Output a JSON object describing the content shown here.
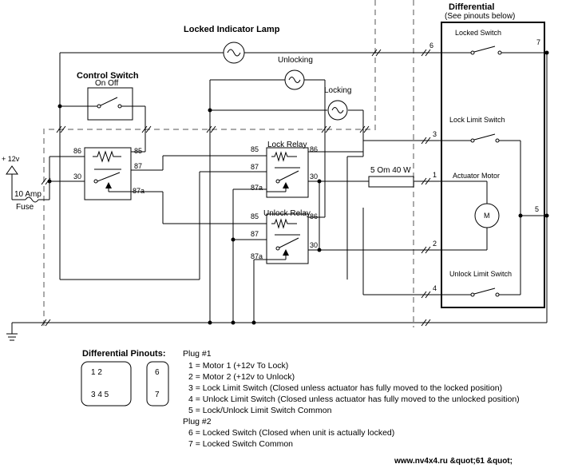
{
  "titles": {
    "differential": "Differential",
    "see_pinouts": "(See pinouts below)",
    "locked_indicator_lamp": "Locked Indicator Lamp",
    "control_switch": "Control Switch",
    "control_switch_states": "On   Off",
    "unlocking_lamp": "Unlocking",
    "locking_lamp": "Locking",
    "lock_relay": "Lock Relay",
    "unlock_relay": "Unlock Relay",
    "resistor": "5 Om 40 W",
    "supply": "+ 12v",
    "fuse_amp": "10 Amp",
    "fuse": "Fuse",
    "differential_pinouts": "Differential Pinouts:"
  },
  "differential_labels": {
    "locked_switch": "Locked Switch",
    "lock_limit_switch": "Lock Limit Switch",
    "actuator_motor": "Actuator Motor",
    "motor_symbol": "M",
    "unlock_limit_switch": "Unlock Limit Switch"
  },
  "wire_numbers": {
    "n1": "1",
    "n2": "2",
    "n3": "3",
    "n4": "4",
    "n5": "5",
    "n6": "6",
    "n7": "7"
  },
  "relay_pins": {
    "p85": "85",
    "p86": "86",
    "p87": "87",
    "p87a": "87a",
    "p30": "30"
  },
  "connector": {
    "plug1_row1": "1  2",
    "plug1_row2": "3  4  5",
    "plug2_top": "6",
    "plug2_bottom": "7"
  },
  "pinouts": {
    "plug1_title": "Plug #1",
    "plug1_items": [
      "1 = Motor 1 (+12v To Lock)",
      "2 = Motor 2 (+12v to Unlock)",
      "3 = Lock Limit Switch (Closed unless actuator has fully moved to the locked position)",
      "4 = Unlock Limit Switch (Closed unless actuator has fully moved to the unlocked position)",
      "5 = Lock/Unlock Limit Switch Common"
    ],
    "plug2_title": "Plug #2",
    "plug2_items": [
      "6 = Locked Switch (Closed when unit is actually locked)",
      "7 = Locked Switch Common"
    ]
  },
  "watermark": "www.nv4x4.ru &quot;61 &quot;"
}
